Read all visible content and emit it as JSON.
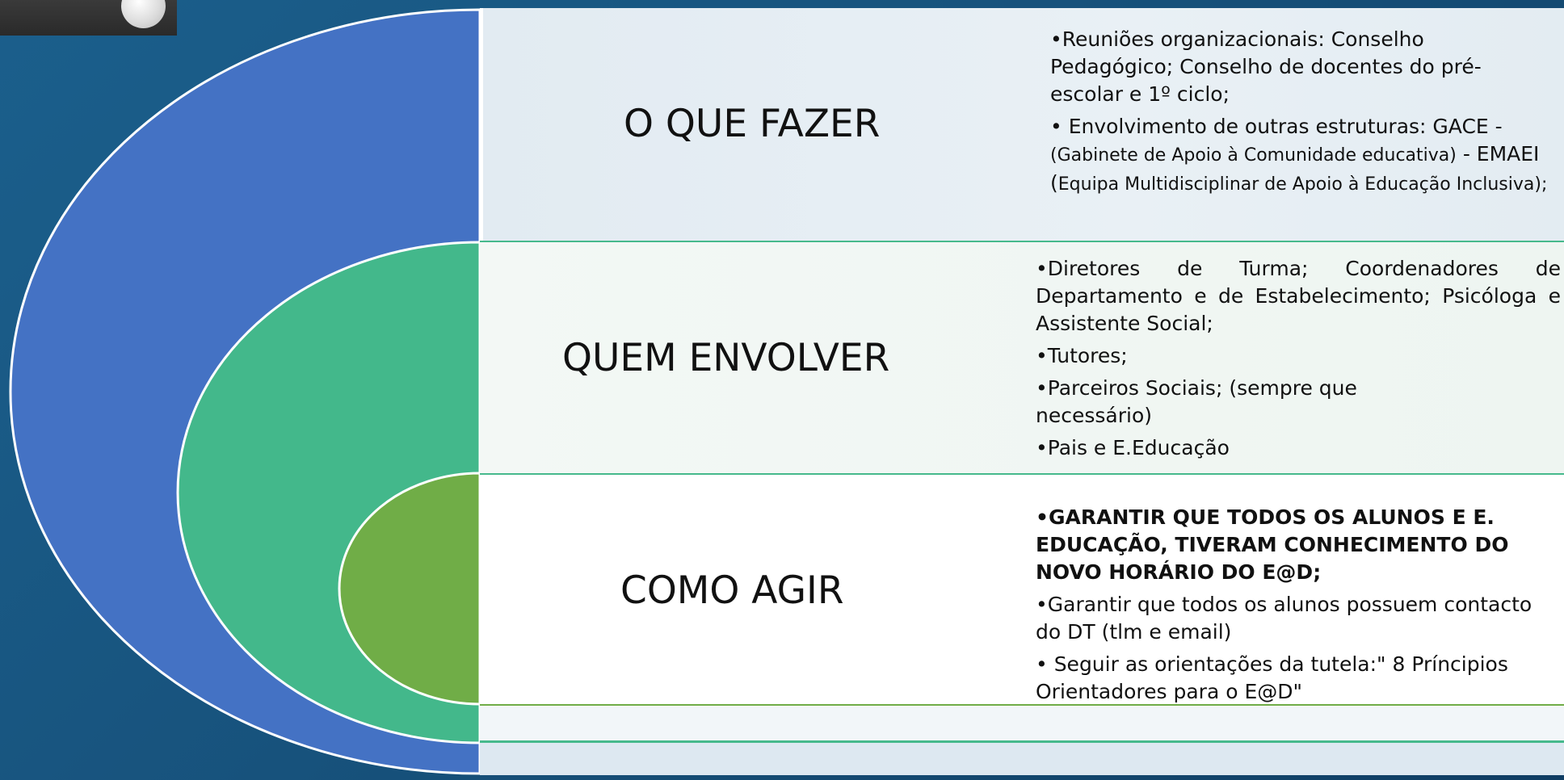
{
  "rows": [
    {
      "title": "O QUE FAZER",
      "bullets": [
        {
          "parts": [
            "•Reuniões organizacionais: Conselho Pedagógico; Conselho de docentes do pré-escolar e 1º ciclo;"
          ]
        },
        {
          "parts": [
            "• Envolvimento de outras estruturas: GACE - ",
            "(Gabinete de Apoio à Comunidade educativa)",
            " - EMAEI (",
            "Equipa Multidisciplinar de Apoio à Educação Inclusiva);"
          ]
        }
      ]
    },
    {
      "title": "QUEM ENVOLVER",
      "bullets": [
        "•Diretores de Turma; Coordenadores de Departamento e de Estabelecimento; Psicóloga e Assistente Social;",
        "•Tutores;",
        "•Parceiros Sociais; (sempre que necessário)",
        "•Pais e E.Educação"
      ]
    },
    {
      "title": "COMO AGIR",
      "bullets": [
        "•GARANTIR QUE TODOS OS ALUNOS E E. EDUCAÇÃO, TIVERAM CONHECIMENTO DO NOVO HORÁRIO DO E@D;",
        "•Garantir que todos os alunos possuem contacto do DT (tlm e email)",
        "• Seguir as orientações da tutela:\" 8 Príncipios Orientadores para o E@D\""
      ]
    }
  ],
  "colors": {
    "background": "#17527c",
    "outer_arc": "#4472c4",
    "middle_arc": "#43b88b",
    "inner_arc": "#70ad47",
    "divider": "#46b98c"
  }
}
